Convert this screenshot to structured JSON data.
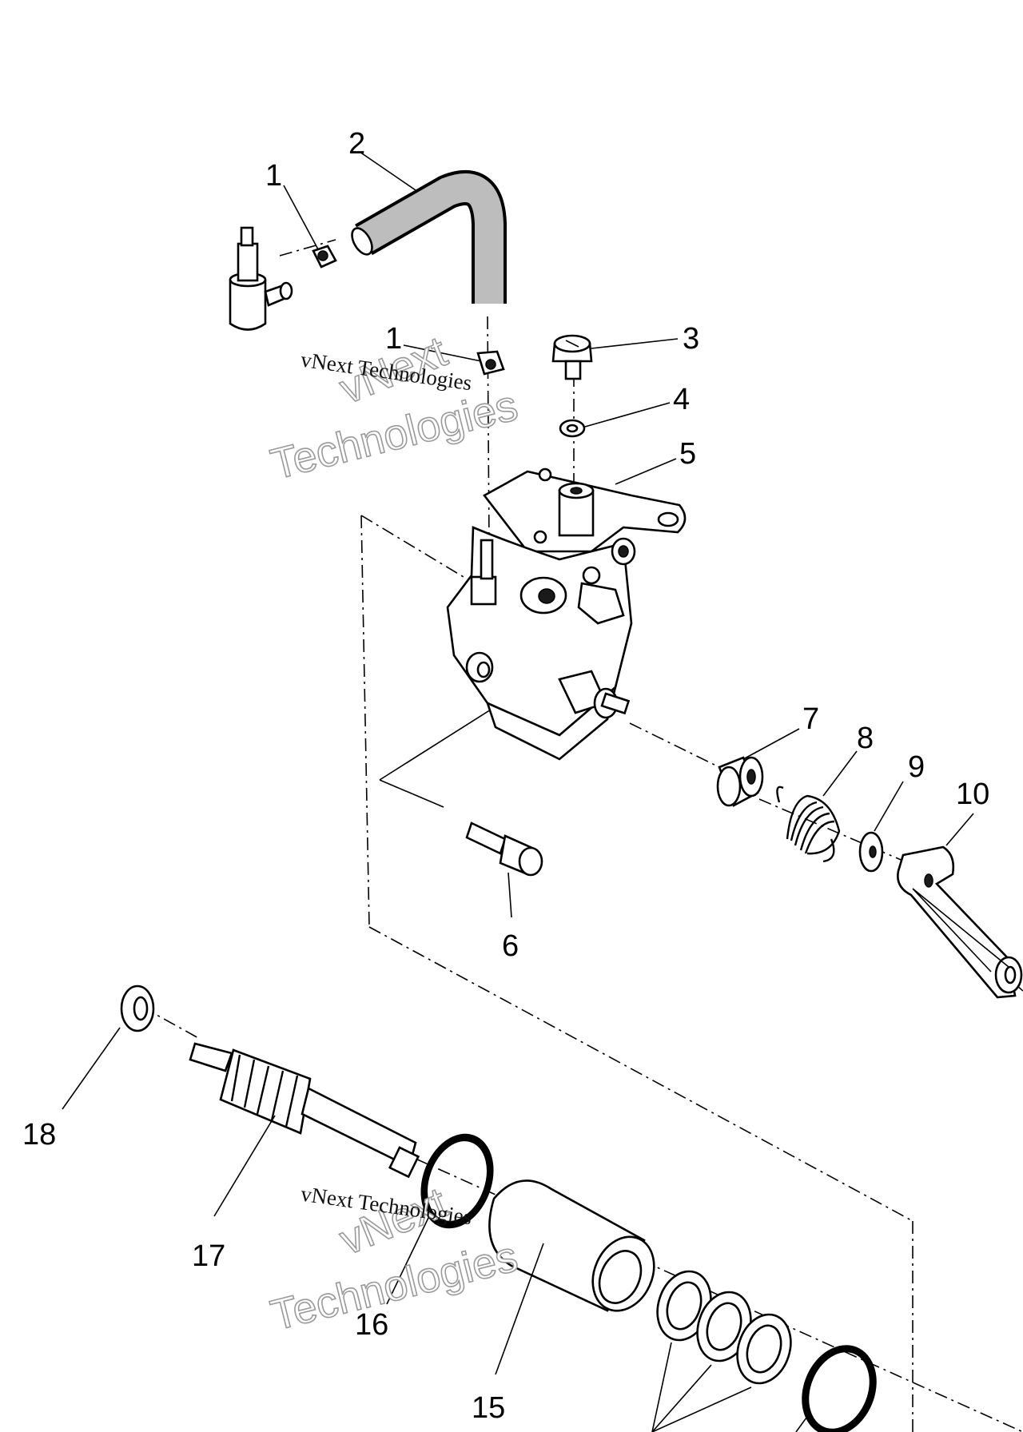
{
  "diagram": {
    "callouts": [
      {
        "id": "1a",
        "label": "1"
      },
      {
        "id": "2",
        "label": "2"
      },
      {
        "id": "1b",
        "label": "1"
      },
      {
        "id": "3",
        "label": "3"
      },
      {
        "id": "4",
        "label": "4"
      },
      {
        "id": "5",
        "label": "5"
      },
      {
        "id": "6",
        "label": "6"
      },
      {
        "id": "7",
        "label": "7"
      },
      {
        "id": "8",
        "label": "8"
      },
      {
        "id": "9",
        "label": "9"
      },
      {
        "id": "10",
        "label": "10"
      },
      {
        "id": "15",
        "label": "15"
      },
      {
        "id": "16",
        "label": "16"
      },
      {
        "id": "17",
        "label": "17"
      },
      {
        "id": "18",
        "label": "18"
      }
    ]
  },
  "watermarks": [
    {
      "small": "vNext Technologies",
      "big_top": "vNext",
      "big_bottom": "Technologies"
    },
    {
      "small": "vNext Technologies",
      "big_top": "vNext",
      "big_bottom": "Technologies"
    }
  ]
}
